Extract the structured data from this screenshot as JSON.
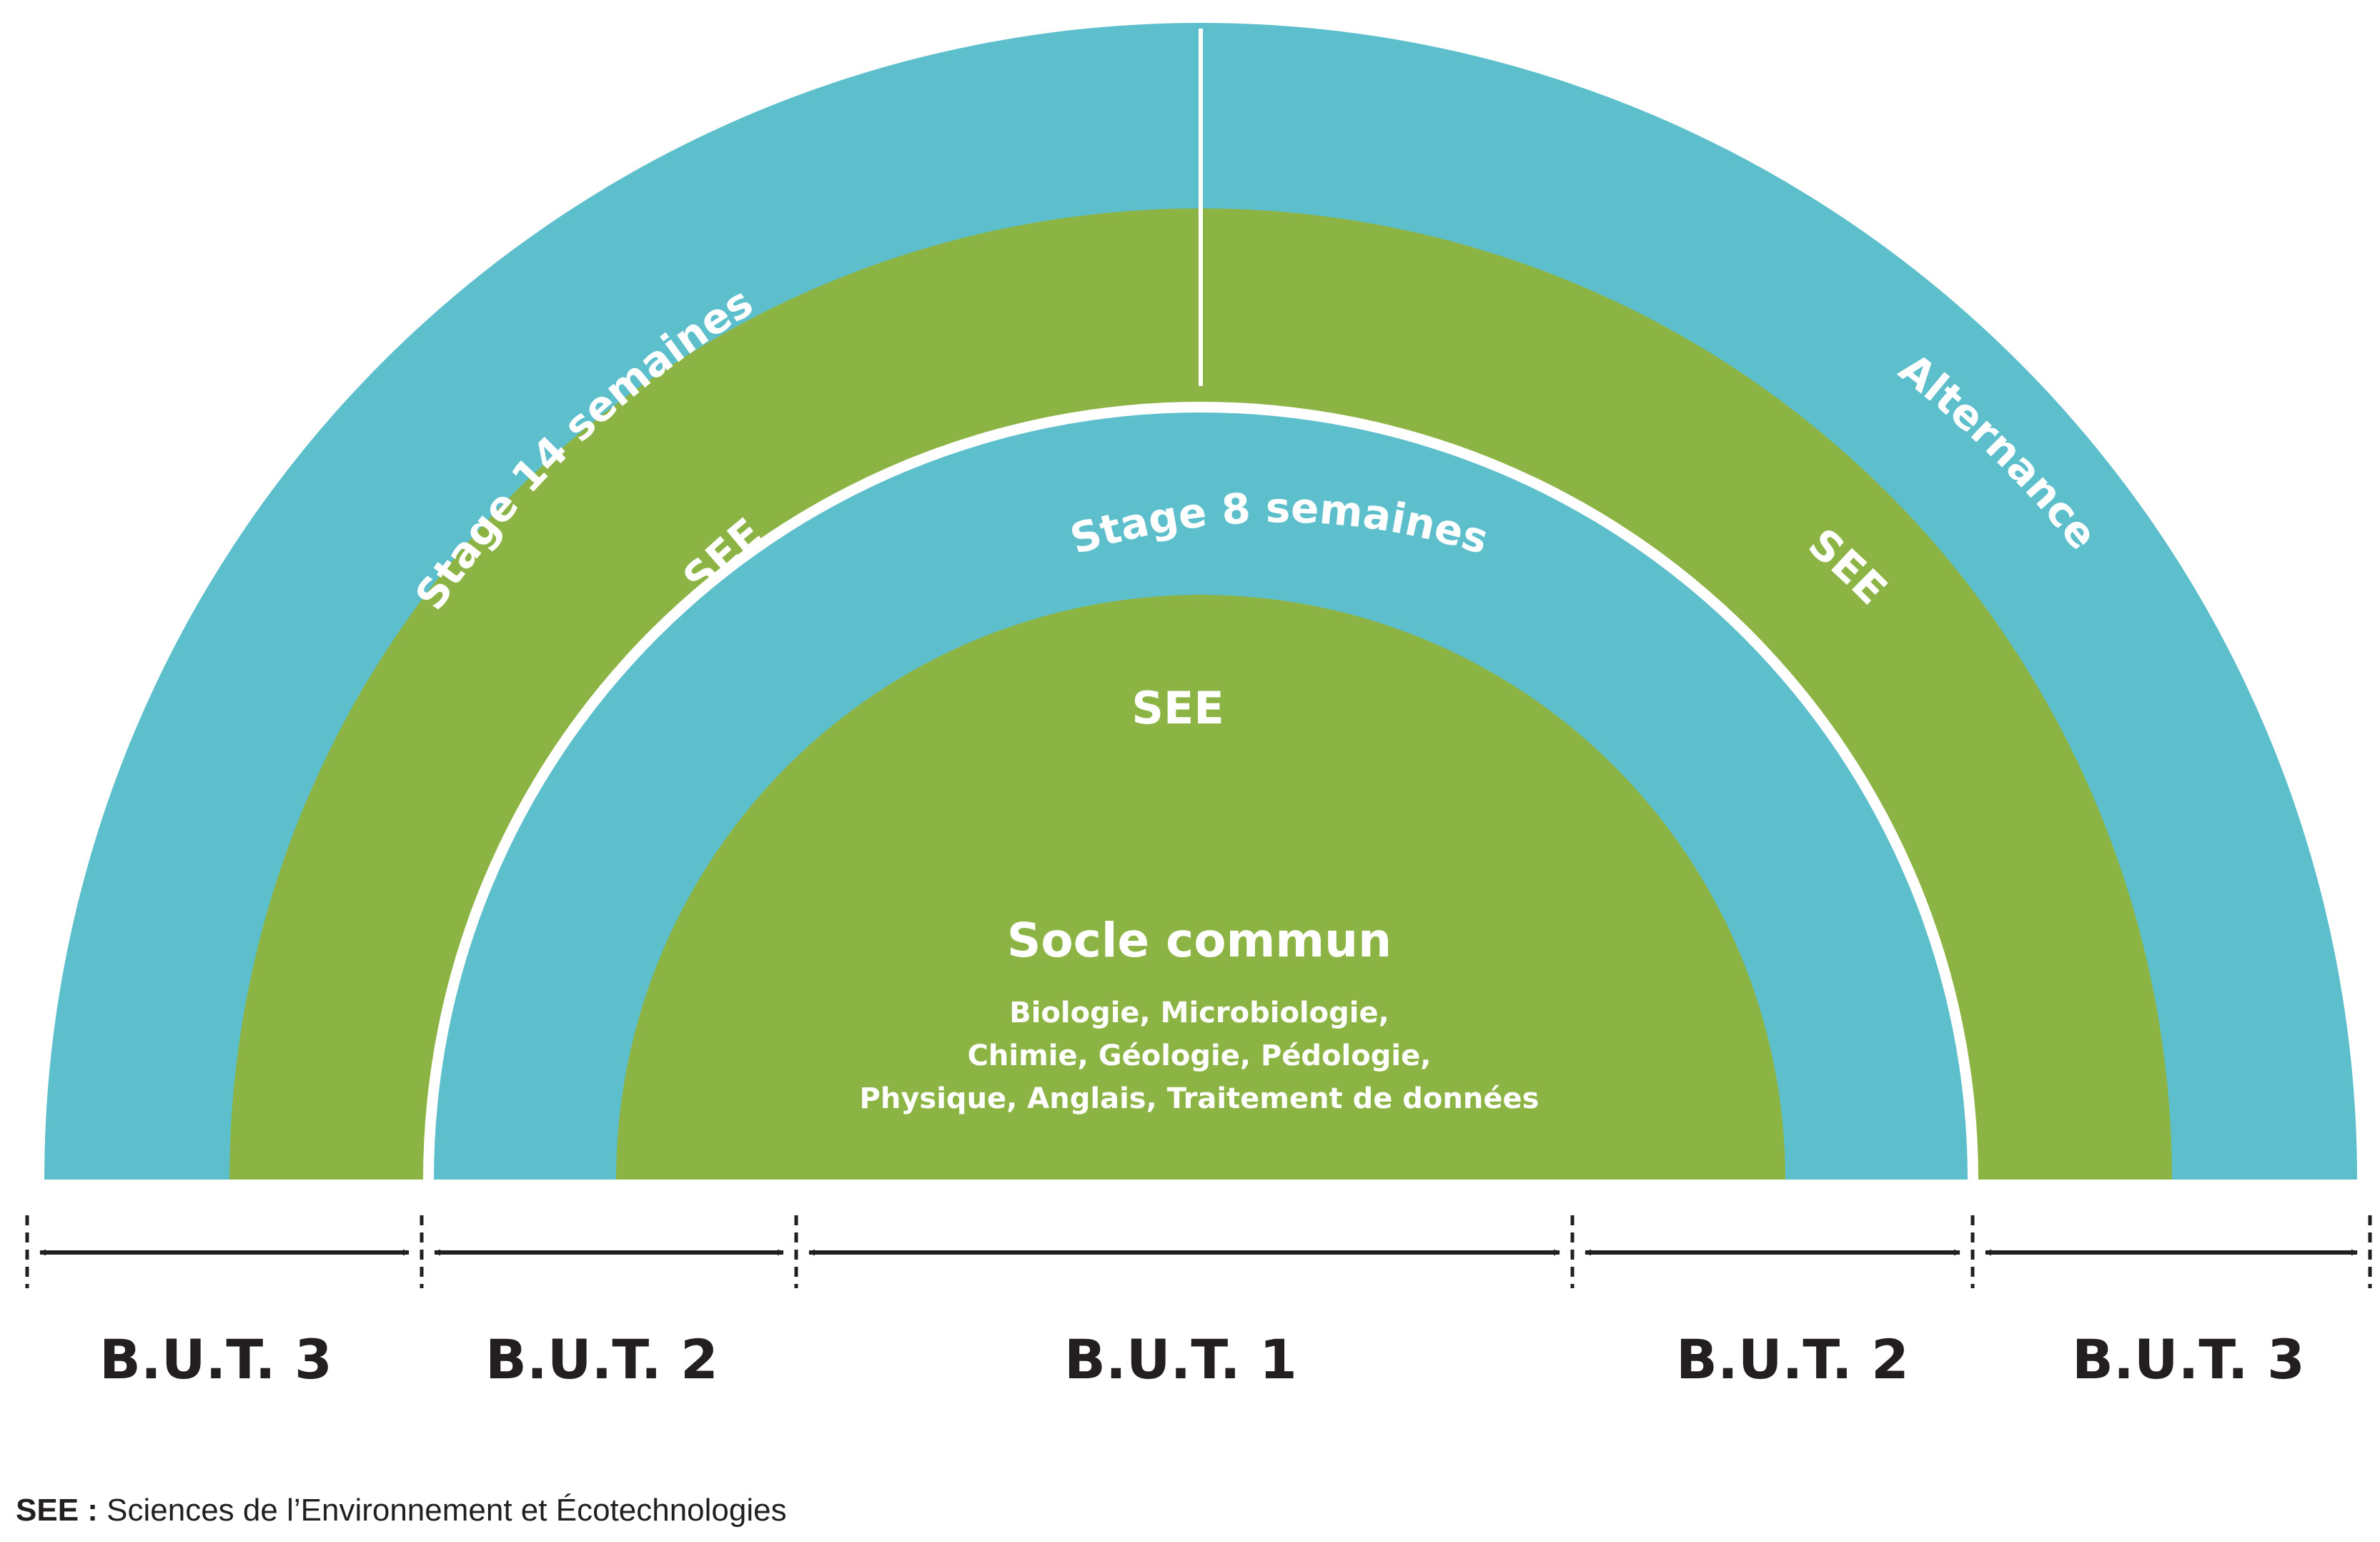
{
  "colors": {
    "blue": "#5dbfcc",
    "green": "#8cb445",
    "white": "#ffffff",
    "text_dark": "#231f20"
  },
  "arcs": {
    "outer_left": "Stage 14 semaines",
    "outer_right": "Alternance",
    "green_left": "SEE",
    "green_right": "SEE",
    "middle_blue": "Stage 8 semaines",
    "middle_green": "SEE"
  },
  "core": {
    "title": "Socle commun",
    "subjects": [
      "Biologie, Microbiologie,",
      "Chimie, Géologie, Pédologie,",
      "Physique, Anglais, Traitement de données"
    ]
  },
  "years": [
    "B.U.T. 3",
    "B.U.T. 2",
    "B.U.T. 1",
    "B.U.T. 2",
    "B.U.T. 3"
  ],
  "legend": {
    "abbr": "SEE :",
    "text": " Sciences de l’Environnement et Écotechnologies"
  }
}
